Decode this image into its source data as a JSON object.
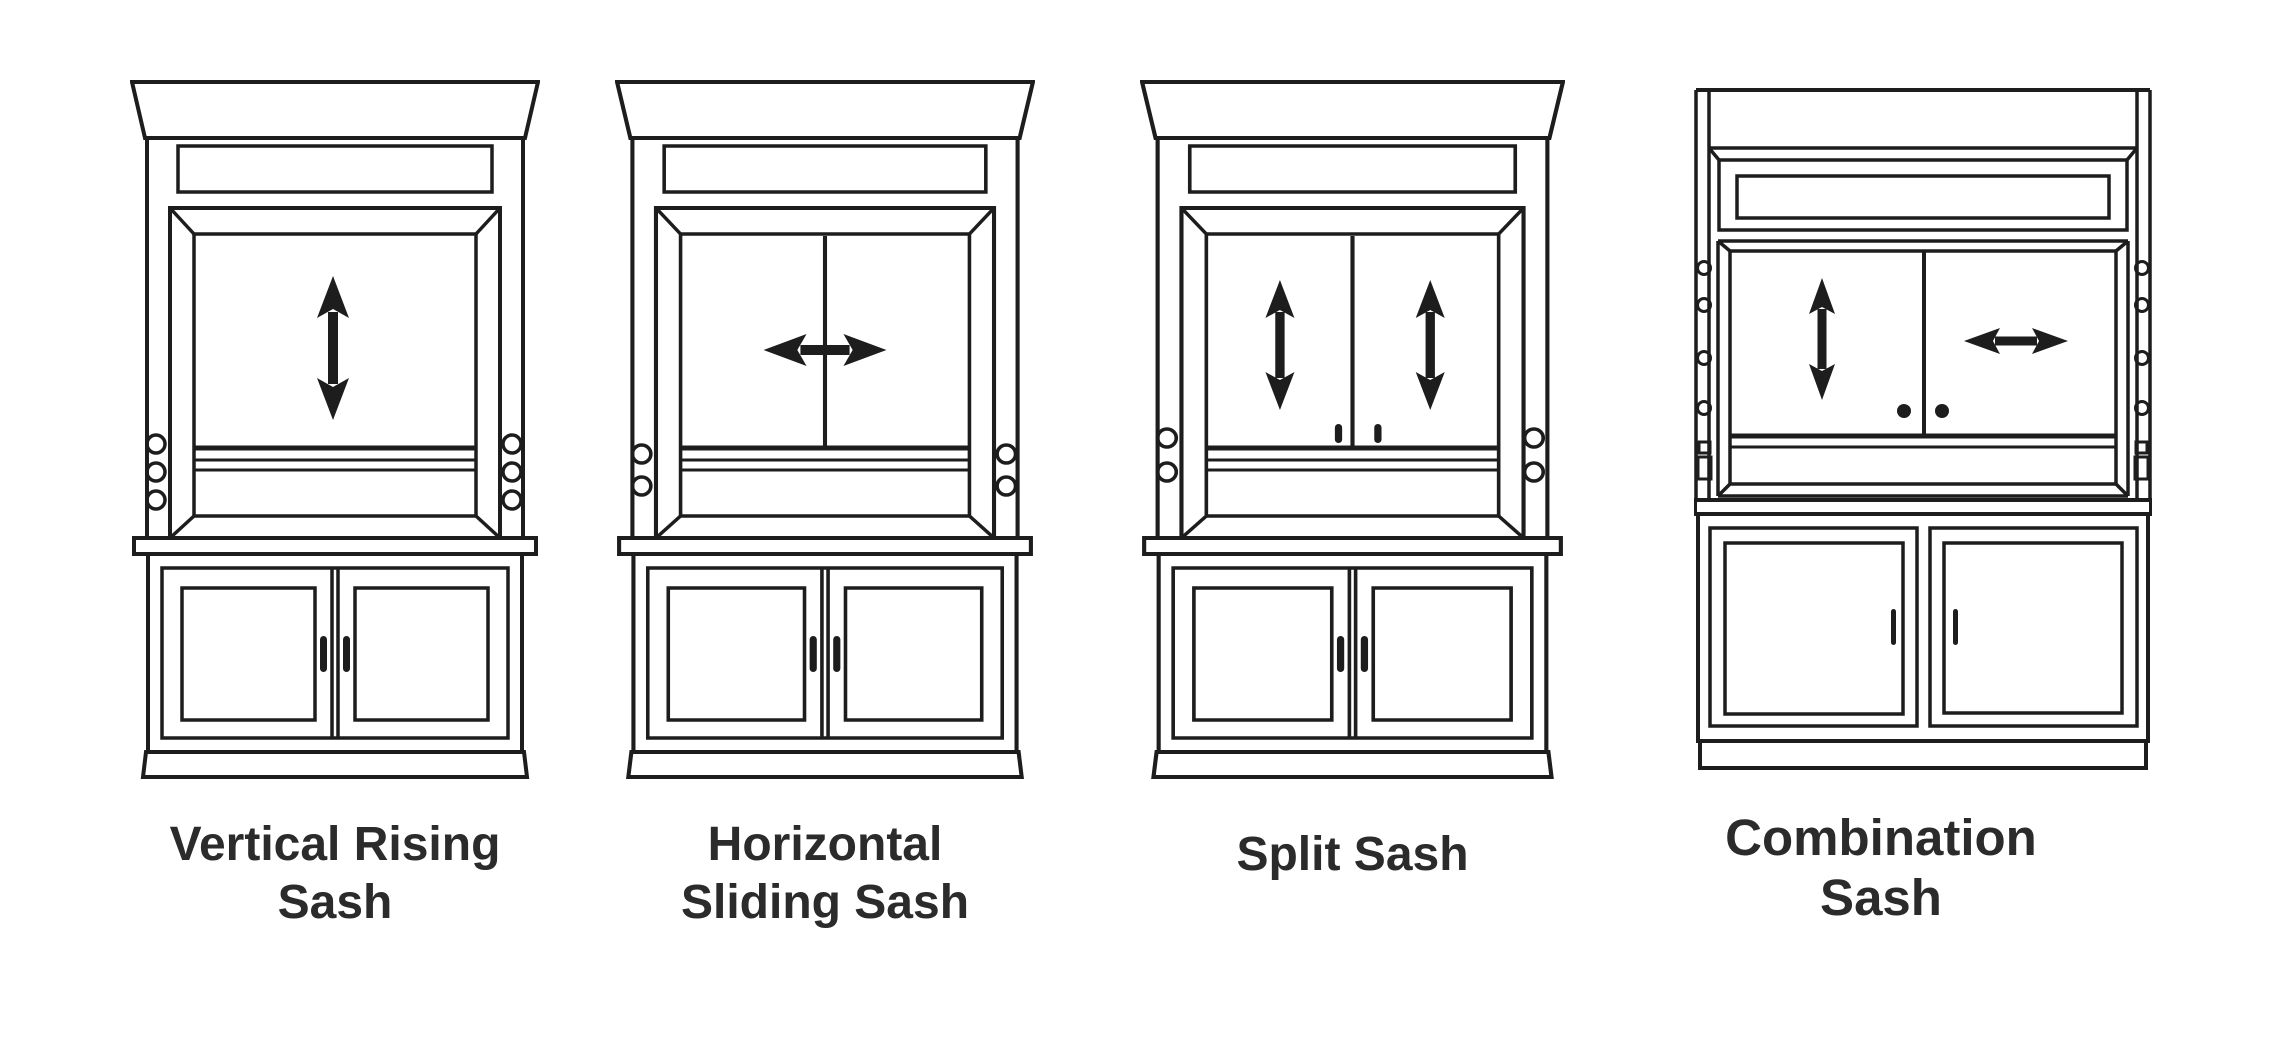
{
  "page": {
    "background_color": "#ffffff",
    "line_color": "#1d1d1d",
    "text_color": "#2b2b2b"
  },
  "figures": [
    {
      "id": "vertical-rising-sash",
      "label_line1": "Vertical Rising",
      "label_line2": "Sash",
      "arrow_icons": [
        "vertical-double-arrow-icon"
      ],
      "sash_pane_count": 1,
      "side_knob_count_per_side": 3
    },
    {
      "id": "horizontal-sliding-sash",
      "label_line1": "Horizontal",
      "label_line2": "Sliding Sash",
      "arrow_icons": [
        "horizontal-double-arrow-icon"
      ],
      "sash_pane_count": 2,
      "side_knob_count_per_side": 2
    },
    {
      "id": "split-sash",
      "label_line1": "Split Sash",
      "label_line2": "",
      "arrow_icons": [
        "vertical-double-arrow-icon",
        "vertical-double-arrow-icon"
      ],
      "sash_pane_count": 2,
      "side_knob_count_per_side": 2
    },
    {
      "id": "combination-sash",
      "label_line1": "Combination",
      "label_line2": "Sash",
      "arrow_icons": [
        "vertical-double-arrow-icon",
        "horizontal-double-arrow-icon"
      ],
      "sash_pane_count": 2,
      "side_knob_count_per_side": 4
    }
  ]
}
